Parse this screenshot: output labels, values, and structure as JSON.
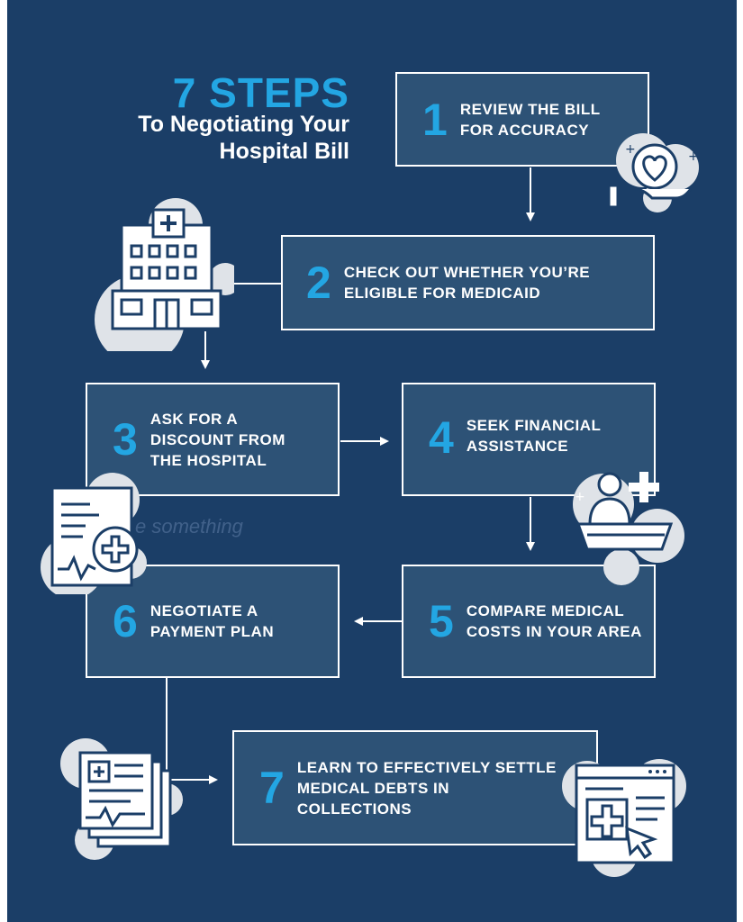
{
  "title": {
    "main": "7 STEPS",
    "subtitle": "To Negotiating Your Hospital Bill"
  },
  "steps": [
    {
      "number": "1",
      "text": "REVIEW THE BILL FOR ACCURACY"
    },
    {
      "number": "2",
      "text": "CHECK OUT WHETHER YOU’RE ELIGIBLE FOR MEDICAID"
    },
    {
      "number": "3",
      "text": "ASK FOR A DISCOUNT FROM THE HOSPITAL"
    },
    {
      "number": "4",
      "text": "SEEK FINANCIAL ASSISTANCE"
    },
    {
      "number": "5",
      "text": "COMPARE MEDICAL COSTS IN YOUR AREA"
    },
    {
      "number": "6",
      "text": "NEGOTIATE A PAYMENT PLAN"
    },
    {
      "number": "7",
      "text": "LEARN TO EFFECTIVELY SETTLE MEDICAL DEBTS IN COLLECTIONS"
    }
  ],
  "watermark": "e something",
  "icons": [
    "heart-hand-icon",
    "hospital-building-icon",
    "medical-clipboard-icon",
    "doctor-desk-icon",
    "medical-documents-icon",
    "medical-web-page-icon"
  ],
  "colors": {
    "background": "#1b3e67",
    "box": "#2d5276",
    "accent": "#23a6e3",
    "text": "#ffffff",
    "icon_blob": "#dfe3e8"
  }
}
